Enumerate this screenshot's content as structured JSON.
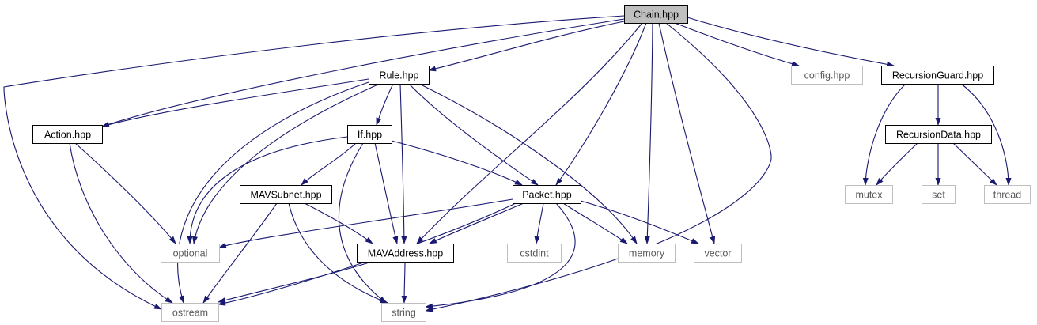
{
  "diagram": {
    "colors": {
      "edge": "#191970",
      "root_fill": "#bfbfbf",
      "root_stroke": "#000000",
      "local_fill": "#ffffff",
      "local_stroke": "#000000",
      "external_fill": "#ffffff",
      "external_stroke": "#bfbfbf",
      "external_text": "#595959",
      "text": "#000000"
    },
    "nodes": [
      {
        "id": "chain",
        "label": "Chain.hpp",
        "kind": "root"
      },
      {
        "id": "rule",
        "label": "Rule.hpp",
        "kind": "local"
      },
      {
        "id": "config",
        "label": "config.hpp",
        "kind": "external"
      },
      {
        "id": "recguard",
        "label": "RecursionGuard.hpp",
        "kind": "local"
      },
      {
        "id": "action",
        "label": "Action.hpp",
        "kind": "local"
      },
      {
        "id": "if",
        "label": "If.hpp",
        "kind": "local"
      },
      {
        "id": "recdata",
        "label": "RecursionData.hpp",
        "kind": "local"
      },
      {
        "id": "mavsubnet",
        "label": "MAVSubnet.hpp",
        "kind": "local"
      },
      {
        "id": "packet",
        "label": "Packet.hpp",
        "kind": "local"
      },
      {
        "id": "mutex",
        "label": "mutex",
        "kind": "external"
      },
      {
        "id": "set",
        "label": "set",
        "kind": "external"
      },
      {
        "id": "thread",
        "label": "thread",
        "kind": "external"
      },
      {
        "id": "optional",
        "label": "optional",
        "kind": "external"
      },
      {
        "id": "mavaddress",
        "label": "MAVAddress.hpp",
        "kind": "local"
      },
      {
        "id": "cstdint",
        "label": "cstdint",
        "kind": "external"
      },
      {
        "id": "memory",
        "label": "memory",
        "kind": "external"
      },
      {
        "id": "vector",
        "label": "vector",
        "kind": "external"
      },
      {
        "id": "ostream",
        "label": "ostream",
        "kind": "external"
      },
      {
        "id": "string",
        "label": "string",
        "kind": "external"
      }
    ],
    "edges": [
      {
        "from": "chain",
        "to": "ostream"
      },
      {
        "from": "chain",
        "to": "action"
      },
      {
        "from": "chain",
        "to": "rule"
      },
      {
        "from": "chain",
        "to": "mavaddress"
      },
      {
        "from": "chain",
        "to": "packet"
      },
      {
        "from": "chain",
        "to": "memory"
      },
      {
        "from": "chain",
        "to": "vector"
      },
      {
        "from": "chain",
        "to": "string"
      },
      {
        "from": "chain",
        "to": "config"
      },
      {
        "from": "chain",
        "to": "recguard"
      },
      {
        "from": "rule",
        "to": "action"
      },
      {
        "from": "rule",
        "to": "optional"
      },
      {
        "from": "rule",
        "to": "ostream"
      },
      {
        "from": "rule",
        "to": "if"
      },
      {
        "from": "rule",
        "to": "mavaddress"
      },
      {
        "from": "rule",
        "to": "packet"
      },
      {
        "from": "rule",
        "to": "memory"
      },
      {
        "from": "action",
        "to": "optional"
      },
      {
        "from": "action",
        "to": "ostream"
      },
      {
        "from": "if",
        "to": "optional"
      },
      {
        "from": "if",
        "to": "mavsubnet"
      },
      {
        "from": "if",
        "to": "string"
      },
      {
        "from": "if",
        "to": "mavaddress"
      },
      {
        "from": "if",
        "to": "packet"
      },
      {
        "from": "mavsubnet",
        "to": "ostream"
      },
      {
        "from": "mavsubnet",
        "to": "mavaddress"
      },
      {
        "from": "mavsubnet",
        "to": "string"
      },
      {
        "from": "packet",
        "to": "optional"
      },
      {
        "from": "packet",
        "to": "mavaddress"
      },
      {
        "from": "packet",
        "to": "ostream"
      },
      {
        "from": "packet",
        "to": "cstdint"
      },
      {
        "from": "packet",
        "to": "string"
      },
      {
        "from": "packet",
        "to": "memory"
      },
      {
        "from": "packet",
        "to": "vector"
      },
      {
        "from": "mavaddress",
        "to": "ostream"
      },
      {
        "from": "mavaddress",
        "to": "string"
      },
      {
        "from": "recguard",
        "to": "mutex"
      },
      {
        "from": "recguard",
        "to": "recdata"
      },
      {
        "from": "recguard",
        "to": "thread"
      },
      {
        "from": "recdata",
        "to": "mutex"
      },
      {
        "from": "recdata",
        "to": "set"
      },
      {
        "from": "recdata",
        "to": "thread"
      }
    ]
  }
}
